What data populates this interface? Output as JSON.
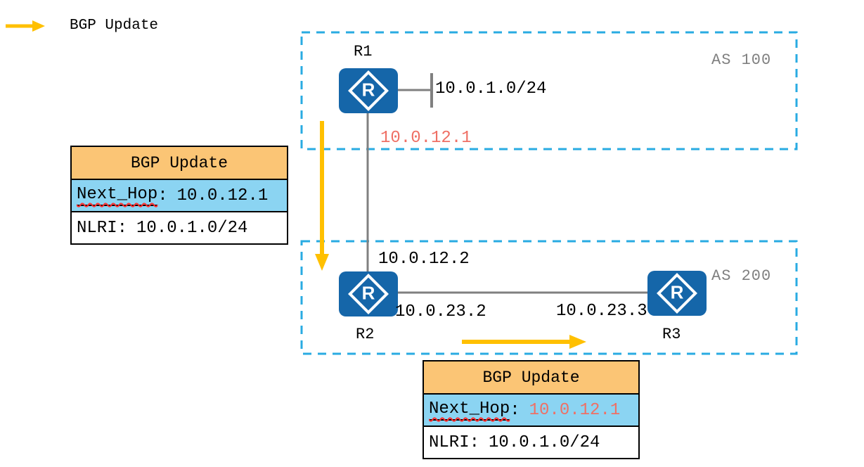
{
  "legend": {
    "label": "BGP Update"
  },
  "as100": {
    "label": "AS 100",
    "router": {
      "name": "R1",
      "glyph": "R"
    },
    "stub_network": "10.0.1.0/24"
  },
  "as200": {
    "label": "AS 200",
    "router_r2": {
      "name": "R2",
      "glyph": "R"
    },
    "router_r3": {
      "name": "R3",
      "glyph": "R"
    }
  },
  "interfaces": {
    "r1_side_ip": "10.0.12.1",
    "r2_side_ip": "10.0.12.2",
    "r2_r3_left_ip": "10.0.23.2",
    "r2_r3_right_ip": "10.0.23.3"
  },
  "update_r1_to_r2": {
    "title": "BGP Update",
    "next_hop_label": "Next_Hop",
    "colon": ":",
    "next_hop_value": "10.0.12.1",
    "nlri_label": "NLRI",
    "nlri_value": "10.0.1.0/24"
  },
  "update_r2_to_r3": {
    "title": "BGP Update",
    "next_hop_label": "Next_Hop",
    "colon": ":",
    "next_hop_value": "10.0.12.1",
    "nlri_label": "NLRI",
    "nlri_value": "10.0.1.0/24"
  },
  "colors": {
    "arrow_yellow": "#FFC000",
    "as_box_border": "#29ABE2",
    "router_fill": "#1566A9",
    "highlight_red": "#EF7065",
    "table_header_bg": "#FBC575",
    "table_nexthop_bg": "#8BD4F2",
    "link_gray": "#808080",
    "as_label_gray": "#808080"
  }
}
